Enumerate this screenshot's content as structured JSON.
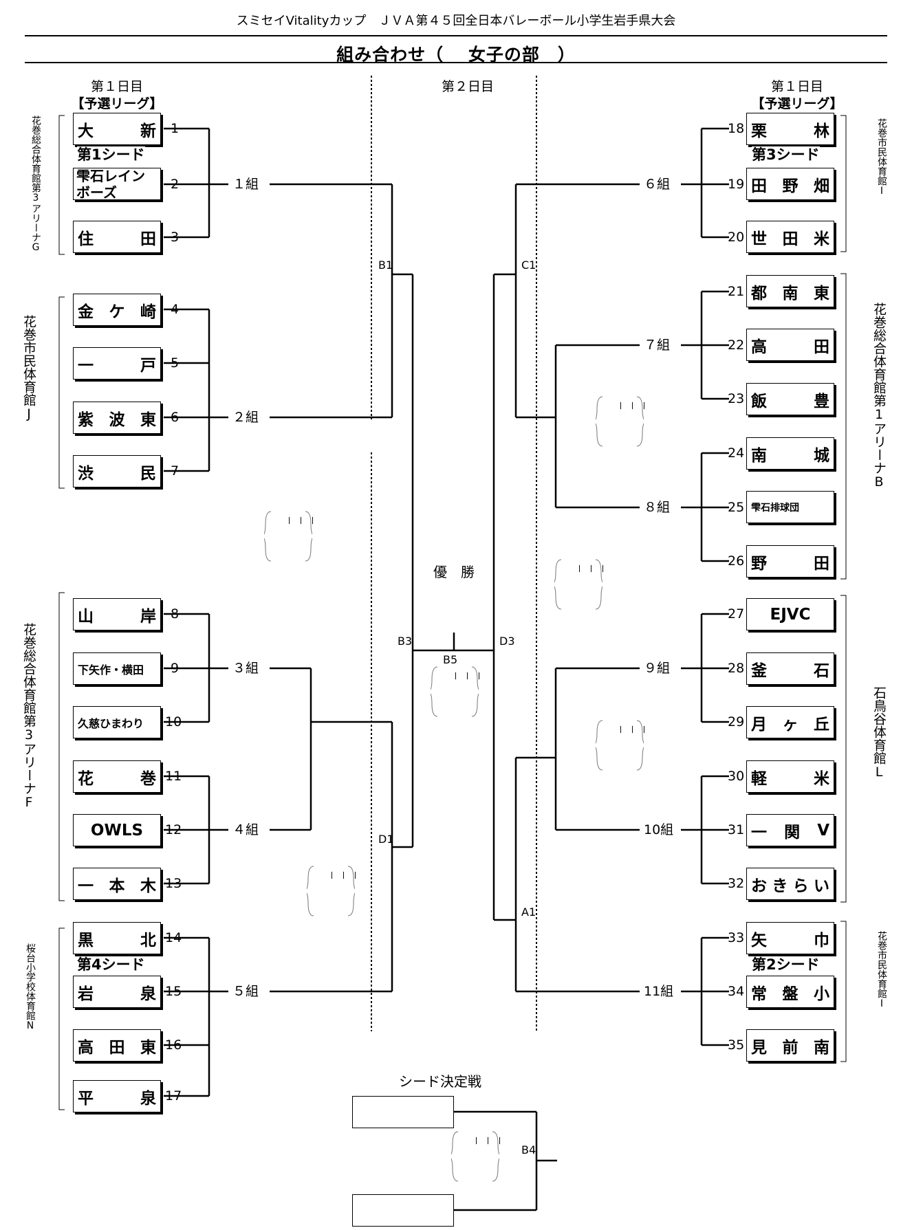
{
  "header": {
    "title": "スミセイVitalityカップ　ＪＶＡ第４５回全日本バレーボール小学生岩手県大会",
    "section": "組み合わせ（　 女子の部　）"
  },
  "days": {
    "day1": "第１日目",
    "day2": "第２日目",
    "league": "【予選リーグ】"
  },
  "teams": {
    "t1": {
      "num": "1",
      "name": "大　　新"
    },
    "t2": {
      "num": "2",
      "name": "雫石レインボーズ"
    },
    "t3": {
      "num": "3",
      "name": "住　　田"
    },
    "t4": {
      "num": "4",
      "name": "金 ケ 崎"
    },
    "t5": {
      "num": "5",
      "name": "一　　戸"
    },
    "t6": {
      "num": "6",
      "name": "紫 波 東"
    },
    "t7": {
      "num": "7",
      "name": "渋　　民"
    },
    "t8": {
      "num": "8",
      "name": "山　　岸"
    },
    "t9": {
      "num": "9",
      "name": "下矢作・横田"
    },
    "t10": {
      "num": "10",
      "name": "久慈ひまわり"
    },
    "t11": {
      "num": "11",
      "name": "花　　巻"
    },
    "t12": {
      "num": "12",
      "name": "OWLS"
    },
    "t13": {
      "num": "13",
      "name": "一 本 木"
    },
    "t14": {
      "num": "14",
      "name": "黒　　北"
    },
    "t15": {
      "num": "15",
      "name": "岩　　泉"
    },
    "t16": {
      "num": "16",
      "name": "高 田 東"
    },
    "t17": {
      "num": "17",
      "name": "平　　泉"
    },
    "t18": {
      "num": "18",
      "name": "栗　　林"
    },
    "t19": {
      "num": "19",
      "name": "田 野 畑"
    },
    "t20": {
      "num": "20",
      "name": "世 田 米"
    },
    "t21": {
      "num": "21",
      "name": "都 南 東"
    },
    "t22": {
      "num": "22",
      "name": "高　　田"
    },
    "t23": {
      "num": "23",
      "name": "飯　　豊"
    },
    "t24": {
      "num": "24",
      "name": "南　　城"
    },
    "t25": {
      "num": "25",
      "name": "雫石排球団"
    },
    "t26": {
      "num": "26",
      "name": "野　　田"
    },
    "t27": {
      "num": "27",
      "name": "EJVC"
    },
    "t28": {
      "num": "28",
      "name": "釜　　石"
    },
    "t29": {
      "num": "29",
      "name": "月 ヶ 丘"
    },
    "t30": {
      "num": "30",
      "name": "軽　　米"
    },
    "t31": {
      "num": "31",
      "name": "一 関 V"
    },
    "t32": {
      "num": "32",
      "name": "おきらい"
    },
    "t33": {
      "num": "33",
      "name": "矢　　巾"
    },
    "t34": {
      "num": "34",
      "name": "常 盤 小"
    },
    "t35": {
      "num": "35",
      "name": "見 前 南"
    }
  },
  "seeds": {
    "s1": "第1シード",
    "s2": "第2シード",
    "s3": "第3シード",
    "s4": "第4シード"
  },
  "groups": {
    "g1": "１組",
    "g2": "２組",
    "g3": "３組",
    "g4": "４組",
    "g5": "５組",
    "g6": "６組",
    "g7": "７組",
    "g8": "８組",
    "g9": "９組",
    "g10": "10組",
    "g11": "11組"
  },
  "venues": {
    "left1": "花巻総合体育館第3アリーナG",
    "left2": "花巻市民体育館J",
    "left3": "花巻総合体育館第3アリーナF",
    "left4": "桜台小学校体育館N",
    "right1": "花巻市民体育館I",
    "right2": "花巻総合体育館第1アリーナB",
    "right3": "石鳥谷体育館L",
    "right4": "花巻市民体育館I"
  },
  "blocks": {
    "B1": "B1",
    "C1": "C1",
    "B3": "B3",
    "D3": "D3",
    "B5": "B5",
    "D1": "D1",
    "A1": "A1",
    "B4": "B4"
  },
  "vs_blank": "－－－",
  "final_label": "優　勝",
  "seed_match_title": "シード決定戦"
}
